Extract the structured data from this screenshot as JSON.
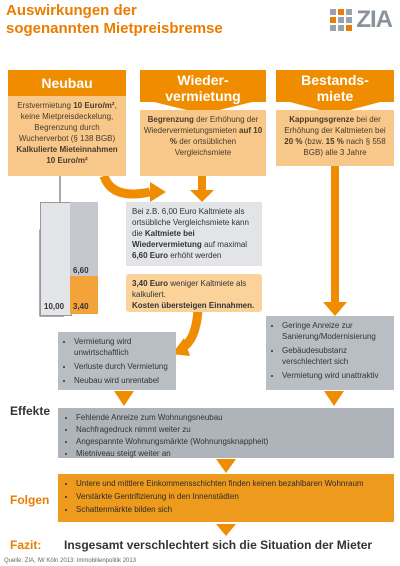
{
  "title_line1": "Auswirkungen der",
  "title_line2": "sogenannten Mietpreisbremse",
  "logo_text": "ZIA",
  "columns": [
    {
      "label": "Neubau",
      "text_html": "Erstvermietung <b>10 Euro/m²</b>, keine Mietpreisdeckelung, Begrenzung durch Wucherverbot (§ 138 BGB) <b>Kalkulierte Mieteinnahmen 10 Euro/m²</b>"
    },
    {
      "label_line1": "Wieder-",
      "label_line2": "vermietung",
      "text_html": "<b>Begrenzung</b> der Erhöhung der Wiedervermietungsmieten <b>auf 10 %</b> der ortsüblichen Vergleichsmiete"
    },
    {
      "label_line1": "Bestands-",
      "label_line2": "miete",
      "text_html": "<b>Kappungsgrenze</b> bei der Erhöhung der Kaltmieten bei <b>20 %</b> (bzw. <b>15 %</b> nach § 558 BGB) alle 3 Jahre"
    }
  ],
  "example_html": "Bei z.B. 6,00 Euro Kaltmiete als ortsübliche Vergleichsmiete kann die <b>Kaltmiete bei Wiedervermietung</b> auf maximal <b>6,60 Euro</b> erhöht werden",
  "shortfall_html": "<b>3,40 Euro</b> weniger Kaltmiete als kalkuliert.<br><b>Kosten übersteigen Einnahmen.</b>",
  "bars": {
    "left_value": "10,00",
    "gray_value": "6,60",
    "orange_value": "3,40",
    "left": 10.0,
    "gray": 6.6,
    "orange": 3.4
  },
  "consequences_left": [
    "Vermietung wird unwirtschaftlich",
    "Verluste durch Vermietung",
    "Neubau wird unrentabel"
  ],
  "consequences_right": [
    "Geringe Anreize zur Sanierung/Modernisierung",
    "Gebäudesubstanz verschlechtert sich",
    "Vermietung wird unattraktiv"
  ],
  "effekte_label": "Effekte",
  "effekte": [
    "Fehlende Anreize zum Wohnungsneubau",
    "Nachfragedruck nimmt weiter zu",
    "Angespannte Wohnungsmärkte (Wohnungsknappheit)",
    "Mietniveau steigt weiter an"
  ],
  "folgen_label": "Folgen",
  "folgen": [
    "Untere und mittlere Einkommensschichten finden keinen bezahlbaren Wohnraum",
    "Verstärkte Gentrifizierung in den Innenstädten",
    "Schattenmärkte bilden sich"
  ],
  "fazit_label": "Fazit:",
  "fazit_text": "Insgesamt verschlechtert sich die Situation der Mieter",
  "source": "Quelle: ZIA, IW Köln 2013: Immobilienpolitik 2013",
  "colors": {
    "orange": "#f08c00",
    "light_orange": "#f7c88a",
    "gray": "#b9bec4"
  }
}
